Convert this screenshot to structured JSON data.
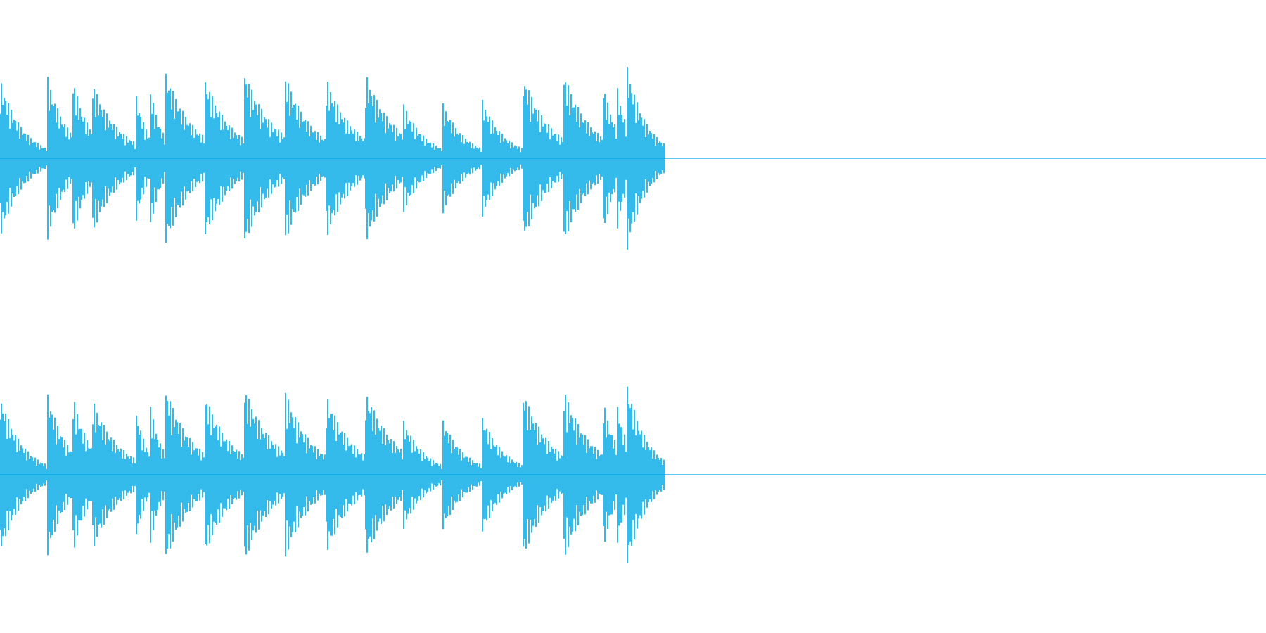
{
  "waveform": {
    "color": "#00a8e6",
    "background": "#ffffff",
    "channels": [
      "left",
      "right"
    ],
    "bursts": [
      {
        "t": 0.0,
        "peak": 0.85,
        "decay": 0.018
      },
      {
        "t": 0.037,
        "peak": 0.9,
        "decay": 0.016
      },
      {
        "t": 0.057,
        "peak": 0.88,
        "decay": 0.014
      },
      {
        "t": 0.073,
        "peak": 0.8,
        "decay": 0.022
      },
      {
        "t": 0.107,
        "peak": 0.72,
        "decay": 0.01
      },
      {
        "t": 0.118,
        "peak": 0.8,
        "decay": 0.01
      },
      {
        "t": 0.131,
        "peak": 0.92,
        "decay": 0.022
      },
      {
        "t": 0.162,
        "peak": 0.85,
        "decay": 0.022
      },
      {
        "t": 0.193,
        "peak": 0.93,
        "decay": 0.024
      },
      {
        "t": 0.225,
        "peak": 0.9,
        "decay": 0.022
      },
      {
        "t": 0.257,
        "peak": 0.88,
        "decay": 0.022
      },
      {
        "t": 0.288,
        "peak": 0.93,
        "decay": 0.024
      },
      {
        "t": 0.318,
        "peak": 0.6,
        "decay": 0.018
      },
      {
        "t": 0.35,
        "peak": 0.58,
        "decay": 0.018
      },
      {
        "t": 0.381,
        "peak": 0.62,
        "decay": 0.018
      },
      {
        "t": 0.413,
        "peak": 0.9,
        "decay": 0.022
      },
      {
        "t": 0.445,
        "peak": 0.92,
        "decay": 0.022
      },
      {
        "t": 0.476,
        "peak": 0.82,
        "decay": 0.012
      },
      {
        "t": 0.487,
        "peak": 0.8,
        "decay": 0.01
      },
      {
        "t": 0.495,
        "peak": 1.0,
        "decay": 0.016
      }
    ],
    "signal_end": 0.525
  }
}
